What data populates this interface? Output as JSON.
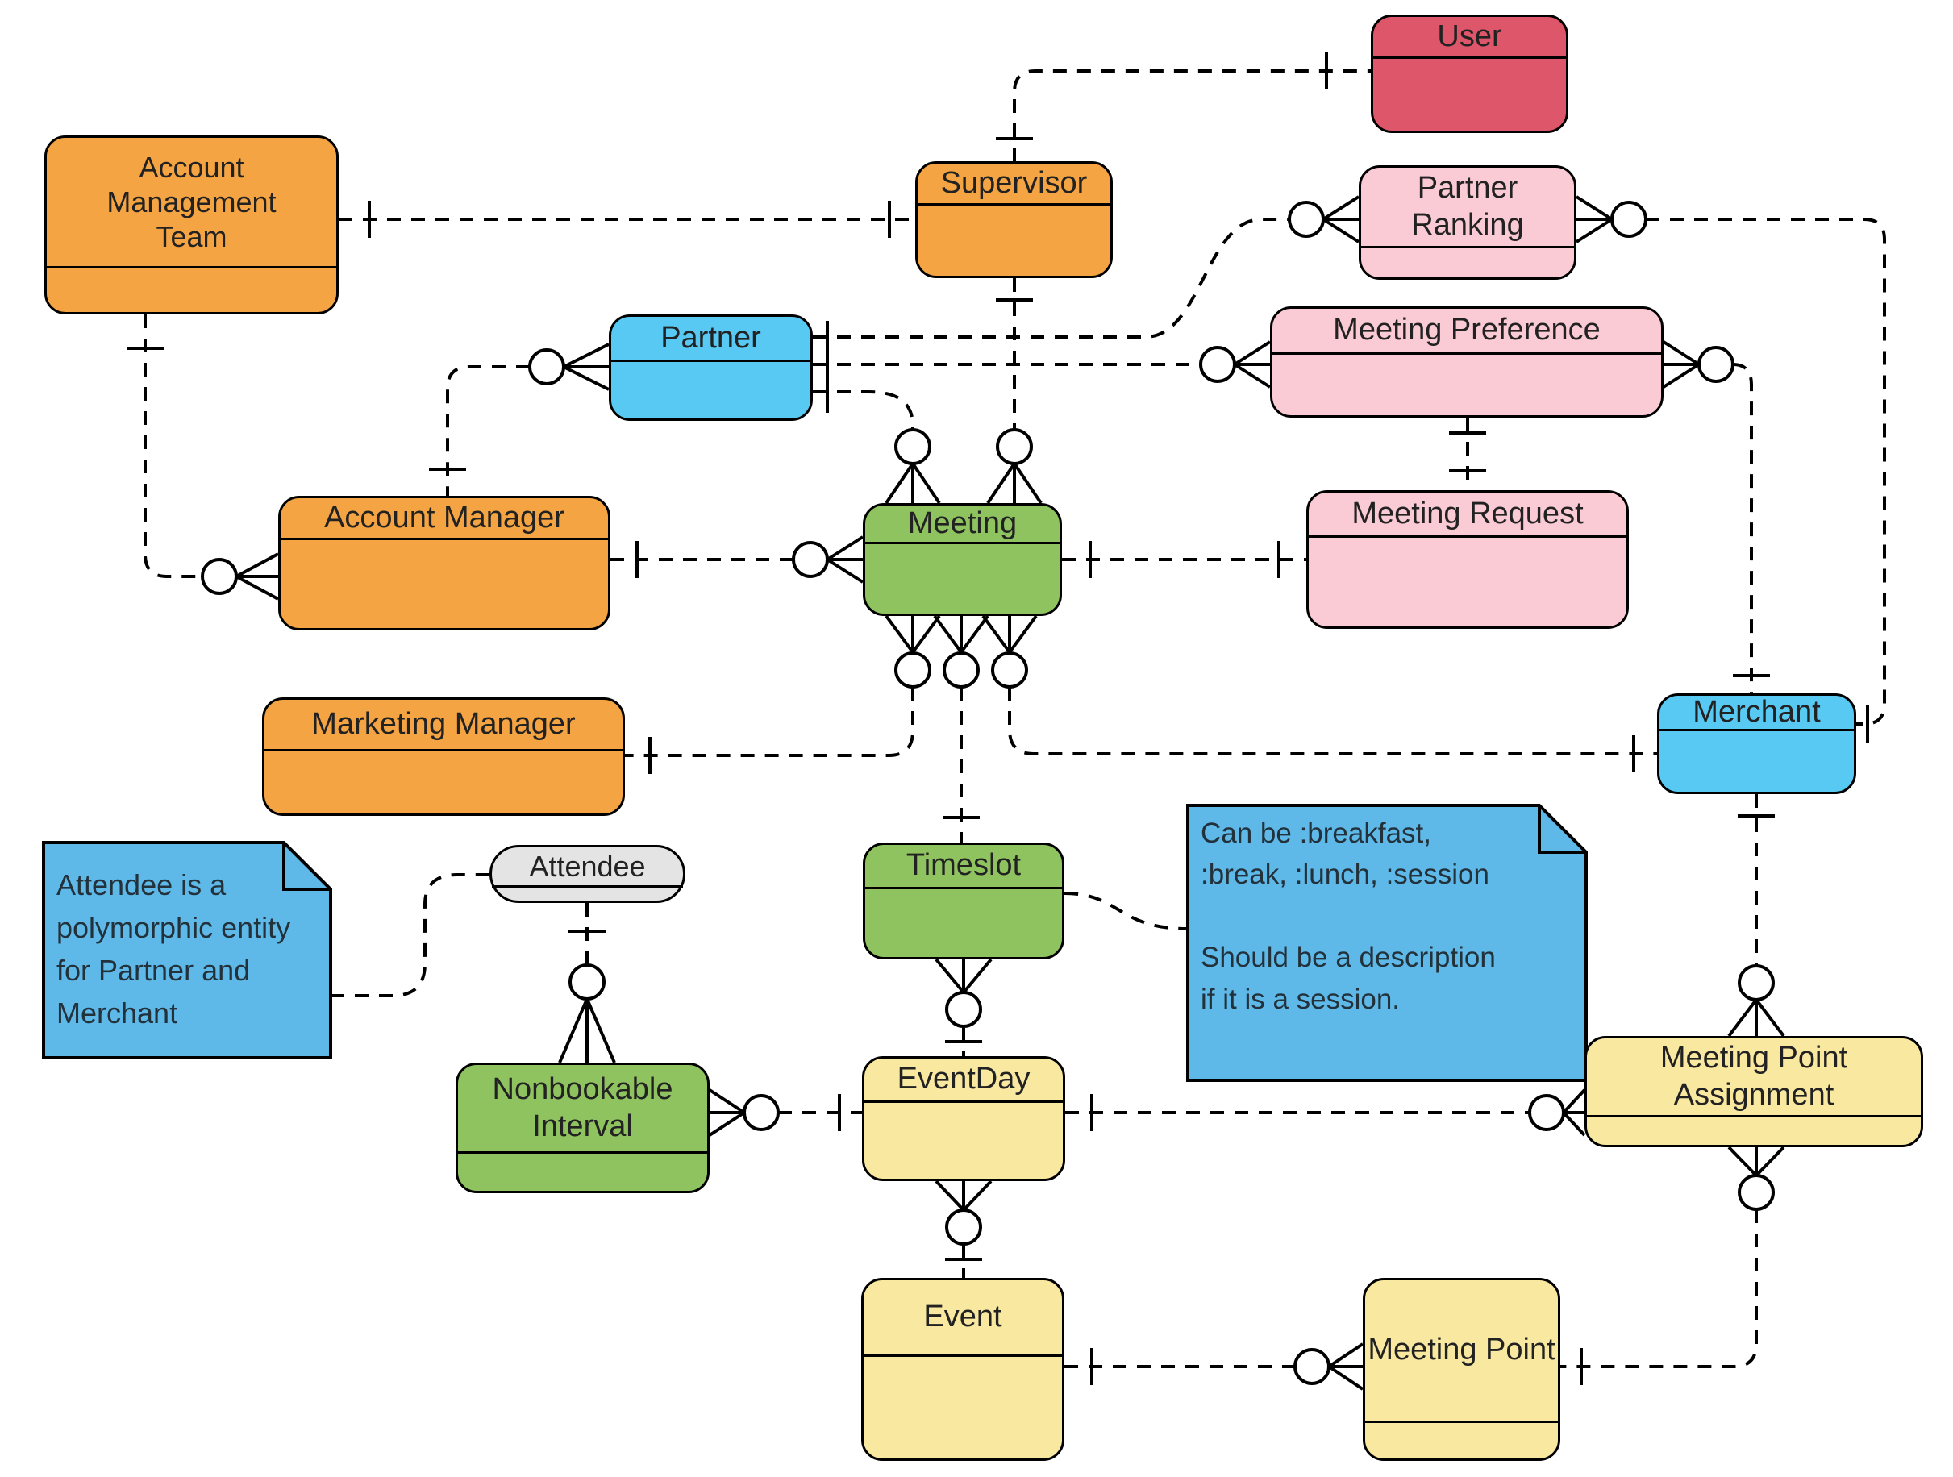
{
  "palette": {
    "orange": "#F4A442",
    "red": "#DE5669",
    "pink": "#FACAD5",
    "blue": "#58C9F3",
    "green": "#8FC360",
    "yellow": "#F9E8A0",
    "gray": "#E4E4E4",
    "note_blue": "#5EB8E8",
    "line": "#000000",
    "background": "#FFFFFF"
  },
  "entities": [
    {
      "id": "user",
      "label": "User",
      "color": "red"
    },
    {
      "id": "account_management_team",
      "label": "Account Management Team",
      "color": "orange"
    },
    {
      "id": "supervisor",
      "label": "Supervisor",
      "color": "orange"
    },
    {
      "id": "partner_ranking",
      "label": "Partner Ranking",
      "color": "pink"
    },
    {
      "id": "partner",
      "label": "Partner",
      "color": "blue"
    },
    {
      "id": "meeting_preference",
      "label": "Meeting Preference",
      "color": "pink"
    },
    {
      "id": "account_manager",
      "label": "Account Manager",
      "color": "orange"
    },
    {
      "id": "meeting",
      "label": "Meeting",
      "color": "green"
    },
    {
      "id": "meeting_request",
      "label": "Meeting Request",
      "color": "pink"
    },
    {
      "id": "marketing_manager",
      "label": "Marketing Manager",
      "color": "orange"
    },
    {
      "id": "merchant",
      "label": "Merchant",
      "color": "blue"
    },
    {
      "id": "timeslot",
      "label": "Timeslot",
      "color": "green"
    },
    {
      "id": "attendee",
      "label": "Attendee",
      "color": "gray"
    },
    {
      "id": "nonbookable_interval",
      "label": "Nonbookable Interval",
      "color": "green"
    },
    {
      "id": "eventday",
      "label": "EventDay",
      "color": "yellow"
    },
    {
      "id": "meeting_point_assignment",
      "label": "Meeting Point Assignment",
      "color": "yellow"
    },
    {
      "id": "event",
      "label": "Event",
      "color": "yellow"
    },
    {
      "id": "meeting_point",
      "label": "Meeting Point",
      "color": "yellow"
    }
  ],
  "notes": [
    {
      "id": "attendee_note",
      "text": "Attendee is a\npolymorphic entity\nfor Partner and\nMerchant",
      "attached_to": "Attendee"
    },
    {
      "id": "timeslot_note",
      "text": "Can be :breakfast,\n:break, :lunch, :session\n\nShould be a description\nif it is a session.",
      "attached_to": "Timeslot"
    }
  ],
  "relationships": [
    {
      "a": "Account Management Team",
      "a_card": "one",
      "b": "Supervisor",
      "b_card": "one"
    },
    {
      "a": "Account Management Team",
      "a_card": "one",
      "b": "Account Manager",
      "b_card": "zero-or-many"
    },
    {
      "a": "Supervisor",
      "a_card": "one",
      "b": "User",
      "b_card": "one"
    },
    {
      "a": "Supervisor",
      "a_card": "one",
      "b": "Meeting",
      "b_card": "zero-or-many"
    },
    {
      "a": "Account Manager",
      "a_card": "one",
      "b": "Partner",
      "b_card": "zero-or-many"
    },
    {
      "a": "Account Manager",
      "a_card": "one",
      "b": "Meeting",
      "b_card": "zero-or-many"
    },
    {
      "a": "Partner",
      "a_card": "one",
      "b": "Partner Ranking",
      "b_card": "zero-or-many"
    },
    {
      "a": "Partner",
      "a_card": "one",
      "b": "Meeting Preference",
      "b_card": "zero-or-many"
    },
    {
      "a": "Partner",
      "a_card": "one",
      "b": "Meeting",
      "b_card": "zero-or-many"
    },
    {
      "a": "Meeting",
      "a_card": "one",
      "b": "Meeting Request",
      "b_card": "one"
    },
    {
      "a": "Meeting Preference",
      "a_card": "one",
      "b": "Meeting Request",
      "b_card": "one"
    },
    {
      "a": "Merchant",
      "a_card": "one",
      "b": "Meeting Preference",
      "b_card": "zero-or-many"
    },
    {
      "a": "Merchant",
      "a_card": "one",
      "b": "Partner Ranking",
      "b_card": "zero-or-many"
    },
    {
      "a": "Marketing Manager",
      "a_card": "one",
      "b": "Meeting",
      "b_card": "zero-or-many"
    },
    {
      "a": "Timeslot",
      "a_card": "one",
      "b": "Meeting",
      "b_card": "zero-or-many"
    },
    {
      "a": "Merchant",
      "a_card": "one",
      "b": "Meeting",
      "b_card": "zero-or-many"
    },
    {
      "a": "EventDay",
      "a_card": "one",
      "b": "Timeslot",
      "b_card": "zero-or-many"
    },
    {
      "a": "Attendee",
      "a_card": "one",
      "b": "Nonbookable Interval",
      "b_card": "zero-or-many"
    },
    {
      "a": "EventDay",
      "a_card": "one",
      "b": "Nonbookable Interval",
      "b_card": "zero-or-many"
    },
    {
      "a": "EventDay",
      "a_card": "one",
      "b": "Meeting Point Assignment",
      "b_card": "zero-or-many"
    },
    {
      "a": "Event",
      "a_card": "one",
      "b": "EventDay",
      "b_card": "zero-or-many"
    },
    {
      "a": "Merchant",
      "a_card": "one",
      "b": "Meeting Point Assignment",
      "b_card": "zero-or-many"
    },
    {
      "a": "Meeting Point",
      "a_card": "one",
      "b": "Meeting Point Assignment",
      "b_card": "zero-or-many"
    },
    {
      "a": "Event",
      "a_card": "one",
      "b": "Meeting Point",
      "b_card": "zero-or-many"
    }
  ]
}
